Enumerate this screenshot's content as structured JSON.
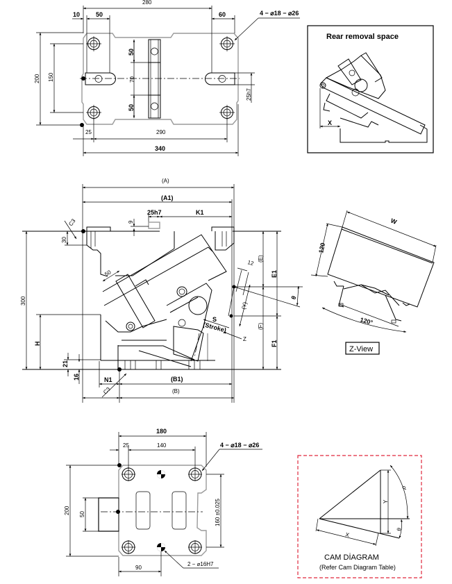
{
  "top_view": {
    "dims": {
      "overall_280": "280",
      "left_10": "10",
      "left_50": "50",
      "right_60": "60",
      "height_200": "200",
      "pitch_150": "150",
      "vert_50_top": "50",
      "vert_70": "70",
      "vert_50_bottom": "50",
      "key_25h7": "25h7",
      "offset_25": "25",
      "pitch_290": "290",
      "total_340": "340"
    },
    "hole_callout": "4 − ⌀18 − ⌀26"
  },
  "rear_removal": {
    "title": "Rear removal space",
    "x_label": "X"
  },
  "side_view": {
    "dims": {
      "A": "(A)",
      "A1": "(A1)",
      "key_25h7": "25h7",
      "K1": "K1",
      "nine": "9",
      "C3_top": "C3",
      "thirty": "30",
      "height_300": "300",
      "fifty": "50",
      "twelve": "12",
      "E_paren": "(E)",
      "E1": "E1",
      "theta": "θ",
      "Y_paren": "(Y)",
      "S": "S",
      "stroke": "(Stroke)",
      "Z": "Z",
      "F_paren": "(F)",
      "F1": "F1",
      "H": "H",
      "twenty_one": "21",
      "sixteen": "16",
      "N1": "N1",
      "C3_bottom": "C3",
      "B1": "(B1)",
      "B": "(B)"
    }
  },
  "z_view": {
    "label": "Z-View",
    "dims": {
      "W": "W",
      "h120": "120",
      "angle": "120°"
    }
  },
  "bottom_view": {
    "dims": {
      "width_180": "180",
      "offset_25": "25",
      "pitch_140": "140",
      "height_200": "200",
      "slot_50": "50",
      "pitch_160": "160 ±0.025",
      "offset_90": "90"
    },
    "hole_callout": "4 − ⌀18 − ⌀26",
    "pin_callout": "2 − ⌀16H7"
  },
  "cam_diagram": {
    "title": "CAM DİAGRAM",
    "subtitle": "(Refer Cam Diagram Table)",
    "labels": {
      "X": "X",
      "Y": "Y",
      "rho": "ρ",
      "theta": "θ"
    },
    "border_color": "#e0283c"
  }
}
